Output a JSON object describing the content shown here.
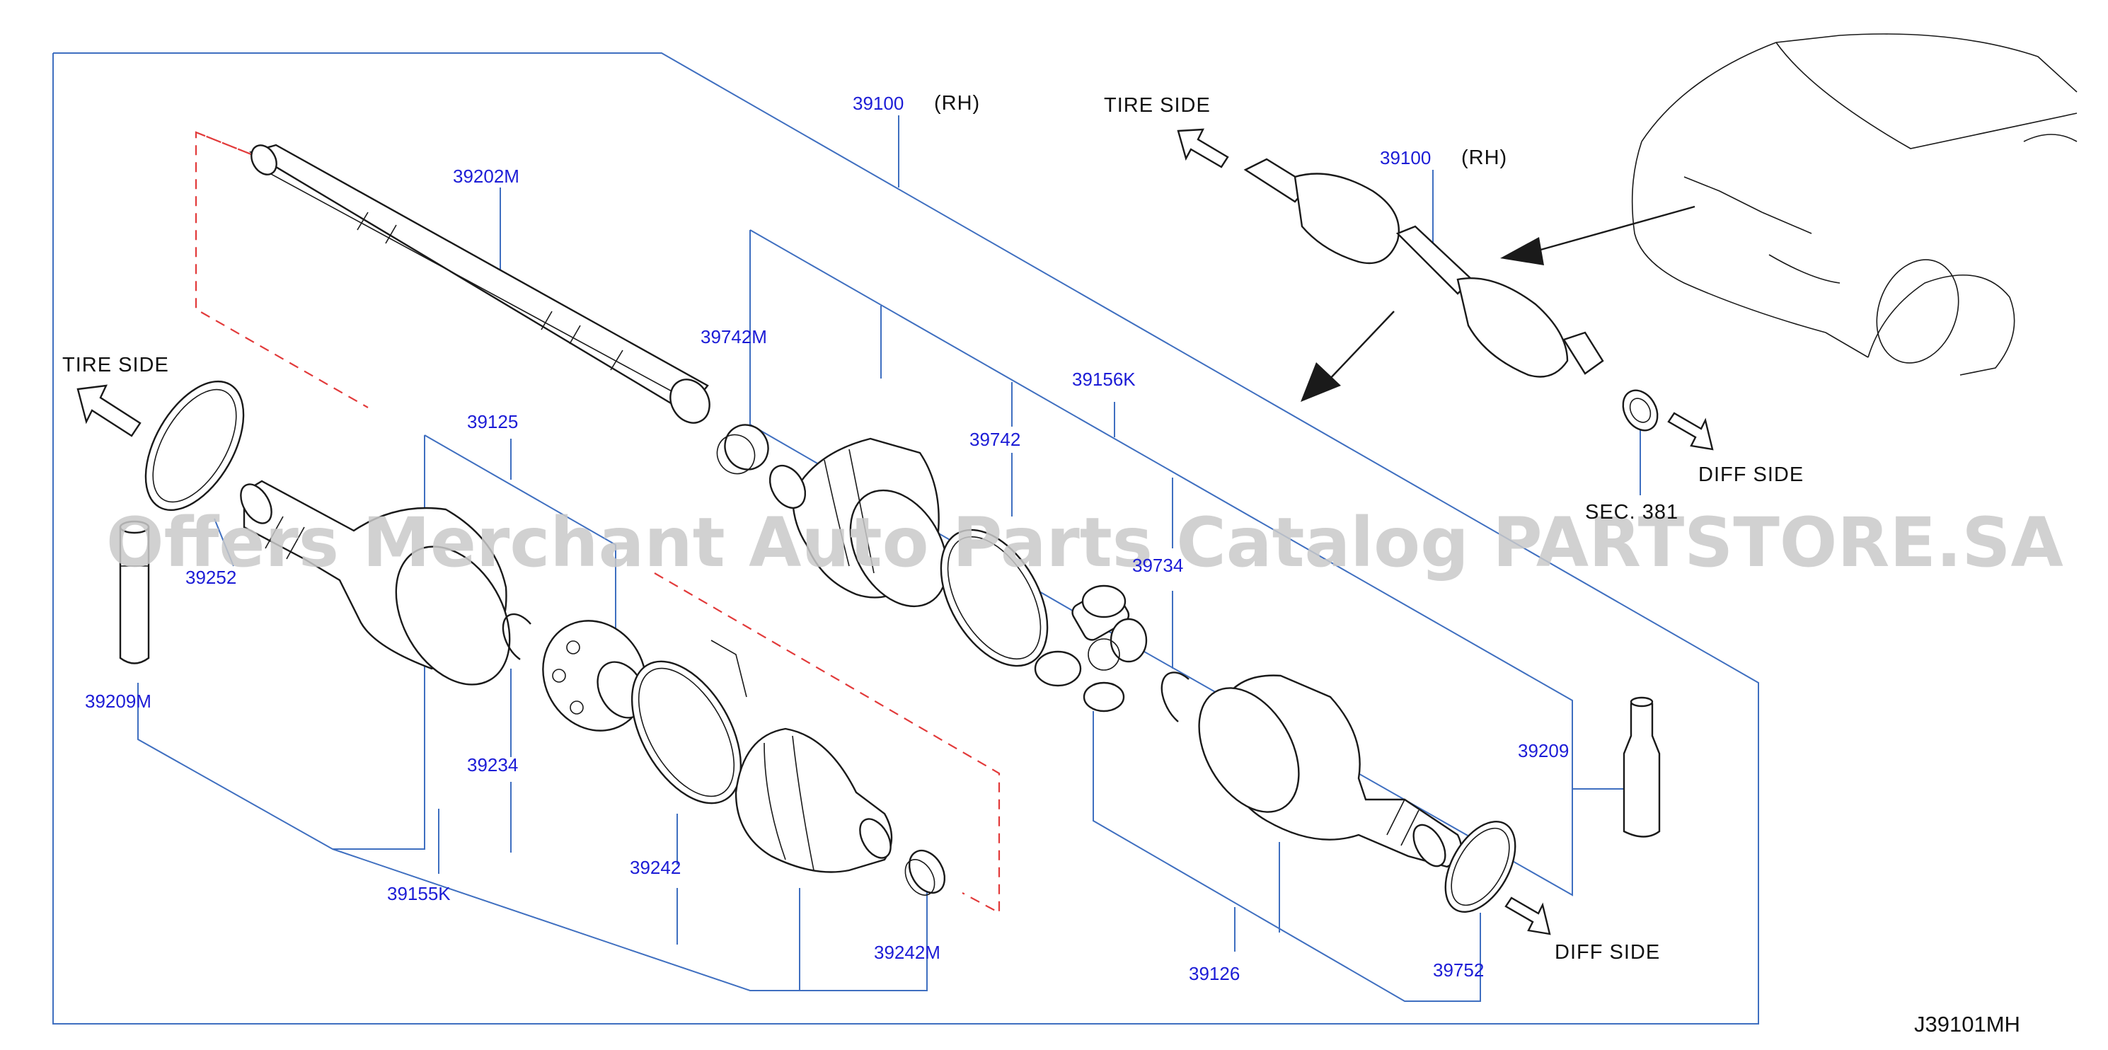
{
  "part_labels": {
    "p39100_main": "39100",
    "p39100_main_rh": "(RH)",
    "p39100_inset": "39100",
    "p39100_inset_rh": "(RH)",
    "p39202M": "39202M",
    "p39742M": "39742M",
    "p39156K": "39156K",
    "p39125": "39125",
    "p39742": "39742",
    "p39734": "39734",
    "p39252": "39252",
    "p39209M": "39209M",
    "p39234": "39234",
    "p39209": "39209",
    "p39242": "39242",
    "p39155K": "39155K",
    "p39242M": "39242M",
    "p39126": "39126",
    "p39752": "39752",
    "sec": "SEC. 381"
  },
  "side_labels": {
    "tire_side_left": "TIRE  SIDE",
    "tire_side_inset": "TIRE  SIDE",
    "diff_side_inset": "DIFF  SIDE",
    "diff_side_bottom": "DIFF  SIDE"
  },
  "watermark": "Offers Merchant Auto Parts Catalog PARTSTORE.SA",
  "diagram_code": "J39101MH",
  "colors": {
    "part_number": "#1c1cd6",
    "leader_line": "#3f6fc0",
    "outline": "#1a1a1a",
    "dashed_guide": "#e23a3a",
    "watermark": "#c9c9c9"
  }
}
